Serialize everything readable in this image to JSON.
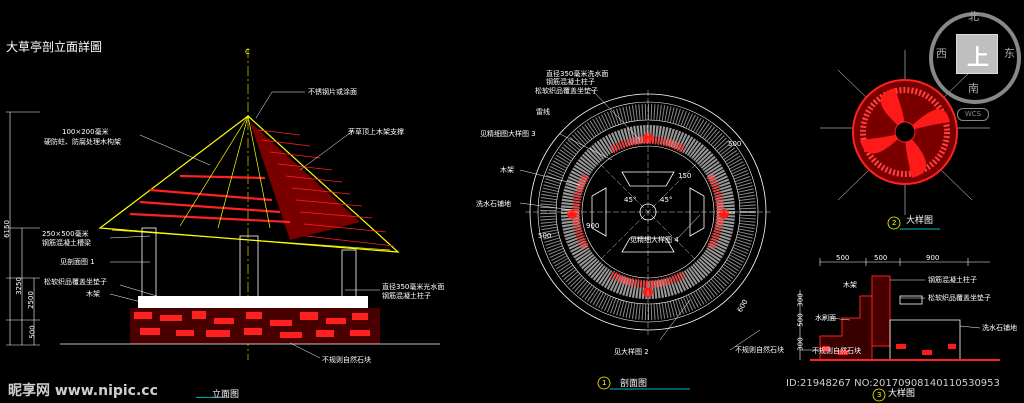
{
  "main_title": "大草亭剖立面詳圖",
  "ridge_mark": "C",
  "elevation": {
    "callouts": [
      "不锈钢片或涂面",
      "100×200毫米",
      "硬防蛀、防腐处理木构架",
      "茅草顶上木架支撑",
      "250×500毫米",
      "钢筋混凝土槽梁",
      "见剖面图 1",
      "松软织品覆盖坐垫子",
      "木架",
      "直径350毫米光水面",
      "钢筋混凝土柱子",
      "不规则自然石块"
    ],
    "dims": [
      "6150",
      "3250",
      "2500",
      "500"
    ],
    "caption": "立面图"
  },
  "plan": {
    "callouts": [
      "直径350毫米洗水面",
      "钢筋混凝土柱子",
      "松软织品覆盖坐垫子",
      "雷线",
      "见精细图大样图 3",
      "木架",
      "洗水石铺地",
      "见精细大样图 4",
      "见大样图 2",
      "不规则自然石块"
    ],
    "dims": [
      "500",
      "150",
      "45°",
      "45°",
      "900",
      "500",
      "600"
    ],
    "caption_num": "1",
    "caption": "剖面图"
  },
  "detail2": {
    "caption_num": "2",
    "caption": "大样图"
  },
  "detail3": {
    "dims": [
      "500",
      "500",
      "900",
      "300",
      "500",
      "300"
    ],
    "callouts": [
      "钢筋混凝土柱子",
      "松软织品覆盖坐垫子",
      "木架",
      "水刷面",
      "洗水石铺地",
      "不规则自然石块"
    ],
    "caption_num": "3",
    "caption": "大样图"
  },
  "viewcube": {
    "north": "北",
    "south": "南",
    "east": "东",
    "west": "西",
    "face": "上",
    "wcs": "WCS"
  },
  "watermark": {
    "logo": "昵享网 www.nipic.cc",
    "id": "ID:21948267 NO:20170908140110530953"
  },
  "colors": {
    "background": "#000000",
    "lines": "#ffffff",
    "hatch": "#ff1a1a",
    "accent": "#ffff00",
    "cyan": "#00ffff"
  }
}
